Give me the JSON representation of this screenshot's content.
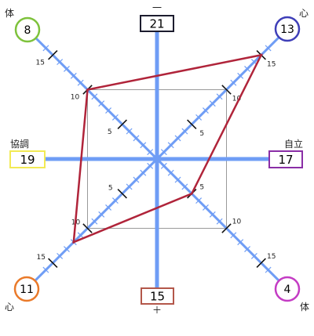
{
  "chart_data": {
    "type": "radar",
    "scale_max": 15,
    "scale_ticks": [
      5,
      10,
      15
    ],
    "line_color": "#b0243a",
    "axis_color": "#6f9df5",
    "boxes": [
      {
        "id": "top",
        "label": "一",
        "value": "21",
        "color": "#1c1c2e"
      },
      {
        "id": "bottom",
        "label": "＋",
        "value": "15",
        "color": "#b3574a"
      },
      {
        "id": "left",
        "label": "協調",
        "value": "19",
        "color": "#f2ea55"
      },
      {
        "id": "right",
        "label": "自立",
        "value": "17",
        "color": "#8a2ea6"
      }
    ],
    "circles": [
      {
        "id": "tl",
        "label": "体",
        "value": "8",
        "color": "#7ec23c"
      },
      {
        "id": "tr",
        "label": "心",
        "value": "13",
        "color": "#3f3fb8"
      },
      {
        "id": "bl",
        "label": "心",
        "value": "11",
        "color": "#ea7a2a"
      },
      {
        "id": "br",
        "label": "体",
        "value": "4",
        "color": "#c43cc4"
      }
    ],
    "polygon_values": [
      {
        "axis": "tr",
        "value": 15
      },
      {
        "axis": "br",
        "value": 5
      },
      {
        "axis": "bl",
        "value": 12
      },
      {
        "axis": "tl",
        "value": 10
      }
    ]
  }
}
